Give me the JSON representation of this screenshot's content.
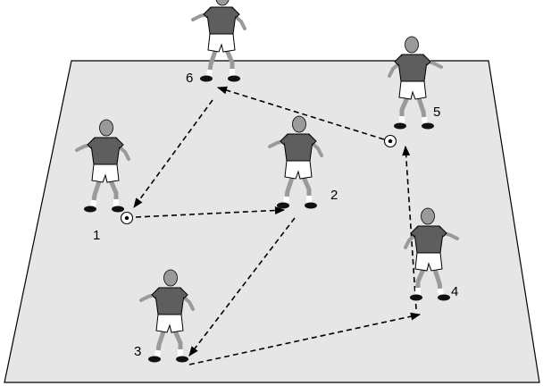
{
  "diagram": {
    "colors": {
      "pitch_fill": "#e6e6e6",
      "pitch_stroke": "#000000",
      "shirt": "#5e5e5e",
      "skin": "#9a9a9a",
      "shorts": "#ffffff",
      "shoe": "#111111",
      "arrow": "#000000"
    },
    "players": [
      {
        "id": "1",
        "label": "1"
      },
      {
        "id": "2",
        "label": "2"
      },
      {
        "id": "3",
        "label": "3"
      },
      {
        "id": "4",
        "label": "4"
      },
      {
        "id": "5",
        "label": "5"
      },
      {
        "id": "6",
        "label": "6"
      }
    ],
    "balls": [
      {
        "player": "1"
      },
      {
        "player": "5"
      }
    ],
    "passes": [
      {
        "from": "1",
        "to": "2"
      },
      {
        "from": "2",
        "to": "3"
      },
      {
        "from": "3",
        "to": "4"
      },
      {
        "from": "4",
        "to": "5"
      },
      {
        "from": "5",
        "to": "6"
      },
      {
        "from": "6",
        "to": "1"
      }
    ]
  }
}
